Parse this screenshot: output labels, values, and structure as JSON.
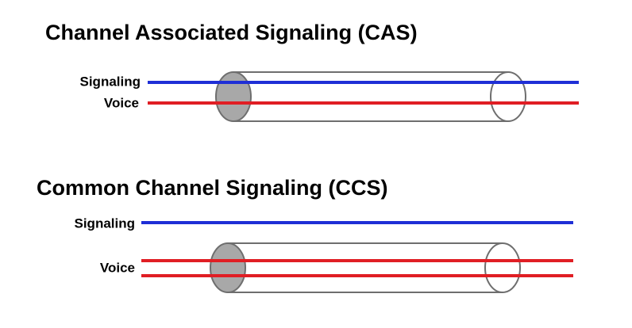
{
  "colors": {
    "signaling": "#1f2fd6",
    "voice": "#e01e24",
    "pipe_outline": "#6e6e6e",
    "pipe_end_fill": "#a8a8a8"
  },
  "cas": {
    "title": "Channel Associated Signaling (CAS)",
    "signaling_label": "Signaling",
    "voice_label": "Voice"
  },
  "ccs": {
    "title": "Common Channel Signaling (CCS)",
    "signaling_label": "Signaling",
    "voice_label": "Voice"
  }
}
